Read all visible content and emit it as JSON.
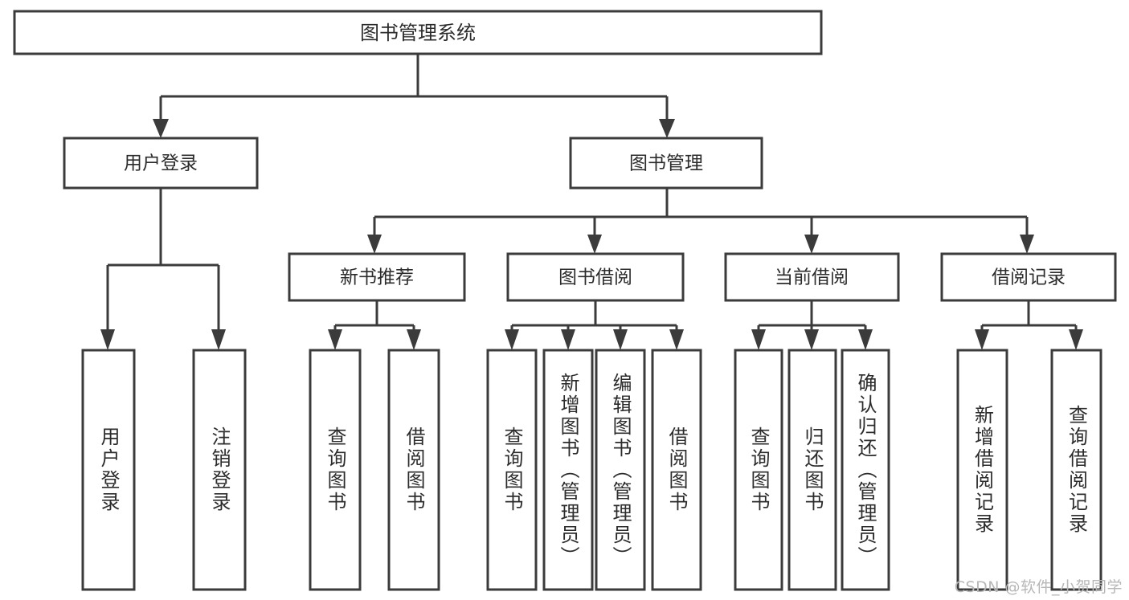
{
  "diagram": {
    "title": "图书管理系统",
    "type": "hierarchy-tree",
    "watermark": "CSDN @软件_小贺同学",
    "colors": {
      "stroke": "#3b3b3b",
      "box_fill": "#ffffff",
      "text": "#2c2c2c",
      "background": "#ffffff",
      "watermark": "#b7b7b7"
    },
    "levels": {
      "root": {
        "label": "图书管理系统"
      },
      "level2": [
        {
          "label": "用户登录"
        },
        {
          "label": "图书管理"
        }
      ],
      "level3": [
        {
          "label": "新书推荐"
        },
        {
          "label": "图书借阅"
        },
        {
          "label": "当前借阅"
        },
        {
          "label": "借阅记录"
        }
      ],
      "level4": [
        {
          "label": "用户登录",
          "parent": "用户登录"
        },
        {
          "label": "注销登录",
          "parent": "用户登录"
        },
        {
          "label": "查询图书",
          "parent": "新书推荐"
        },
        {
          "label": "借阅图书",
          "parent": "新书推荐"
        },
        {
          "label": "查询图书",
          "parent": "图书借阅"
        },
        {
          "label": "新增图书（管理员）",
          "parent": "图书借阅"
        },
        {
          "label": "编辑图书（管理员）",
          "parent": "图书借阅"
        },
        {
          "label": "借阅图书",
          "parent": "图书借阅"
        },
        {
          "label": "查询图书",
          "parent": "当前借阅"
        },
        {
          "label": "归还图书",
          "parent": "当前借阅"
        },
        {
          "label": "确认归还（管理员）",
          "parent": "当前借阅"
        },
        {
          "label": "新增借阅记录",
          "parent": "借阅记录"
        },
        {
          "label": "查询借阅记录",
          "parent": "借阅记录"
        }
      ]
    }
  }
}
